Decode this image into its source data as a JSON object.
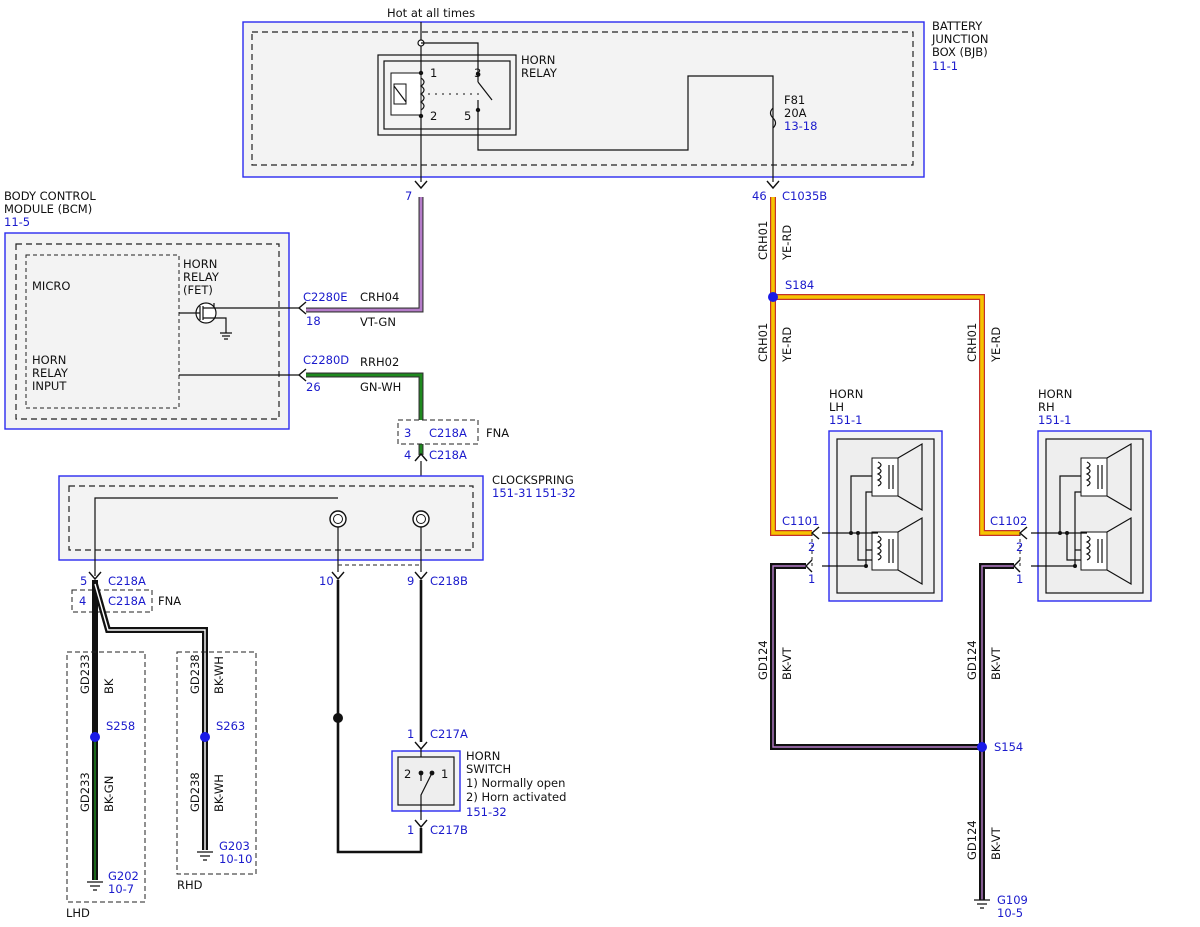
{
  "colors": {
    "ye_rd": "#f5c400",
    "ye_rd_edge": "#c4302b",
    "vt_gn": "#b57cc9",
    "gn_wh": "#1f8a1f",
    "bk": "#111111",
    "frame": "#2a2af0",
    "splice": "#1a1ae6"
  },
  "bjb": {
    "hot_label": "Hot at all times",
    "title_l1": "BATTERY",
    "title_l2": "JUNCTION",
    "title_l3": "BOX (BJB)",
    "ref": "11-1",
    "relay_l1": "HORN",
    "relay_l2": "RELAY",
    "pin1": "1",
    "pin2": "2",
    "pin3": "3",
    "pin5": "5",
    "fuse_name": "F81",
    "fuse_rating": "20A",
    "fuse_ref": "13-18",
    "pin7": "7",
    "pin46": "46",
    "conn": "C1035B"
  },
  "bcm": {
    "title_l1": "BODY CONTROL",
    "title_l2": "MODULE (BCM)",
    "ref": "11-5",
    "micro": "MICRO",
    "fet_l1": "HORN",
    "fet_l2": "RELAY",
    "fet_l3": "(FET)",
    "input_l1": "HORN",
    "input_l2": "RELAY",
    "input_l3": "INPUT",
    "conn_e": "C2280E",
    "pin18": "18",
    "conn_d": "C2280D",
    "pin26": "26"
  },
  "wires": {
    "crh04": "CRH04",
    "vt_gn": "VT-GN",
    "rrh02": "RRH02",
    "gn_wh": "GN-WH",
    "crh01": "CRH01",
    "ye_rd": "YE-RD",
    "gd233": "GD233",
    "bk": "BK",
    "bk_gn": "BK-GN",
    "gd238": "GD238",
    "bk_wh": "BK-WH",
    "gd124": "GD124",
    "bk_vt": "BK-VT"
  },
  "fna": {
    "label": "FNA",
    "pin3": "3",
    "pin4": "4",
    "conn": "C218A"
  },
  "clockspring": {
    "title": "CLOCKSPRING",
    "ref1": "151-31",
    "ref2": "151-32",
    "pin5": "5",
    "pin4": "4",
    "conn_a": "C218A",
    "pin10": "10",
    "pin9": "9",
    "conn_b": "C218B"
  },
  "splices": {
    "s184": "S184",
    "s258": "S258",
    "s263": "S263",
    "s154": "S154"
  },
  "grounds": {
    "g202": "G202",
    "g202_ref": "10-7",
    "g203": "G203",
    "g203_ref": "10-10",
    "g109": "G109",
    "g109_ref": "10-5"
  },
  "regions": {
    "lhd": "LHD",
    "rhd": "RHD"
  },
  "horn_switch": {
    "title_l1": "HORN",
    "title_l2": "SWITCH",
    "note1": "1) Normally open",
    "note2": "2) Horn activated",
    "ref": "151-32",
    "pin1": "1",
    "pin2": "2",
    "conn_a": "C217A",
    "conn_b": "C217B"
  },
  "horn_lh": {
    "title_l1": "HORN",
    "title_l2": "LH",
    "ref": "151-1",
    "conn": "C1101",
    "pin2": "2",
    "pin1": "1"
  },
  "horn_rh": {
    "title_l1": "HORN",
    "title_l2": "RH",
    "ref": "151-1",
    "conn": "C1102",
    "pin2": "2",
    "pin1": "1"
  }
}
